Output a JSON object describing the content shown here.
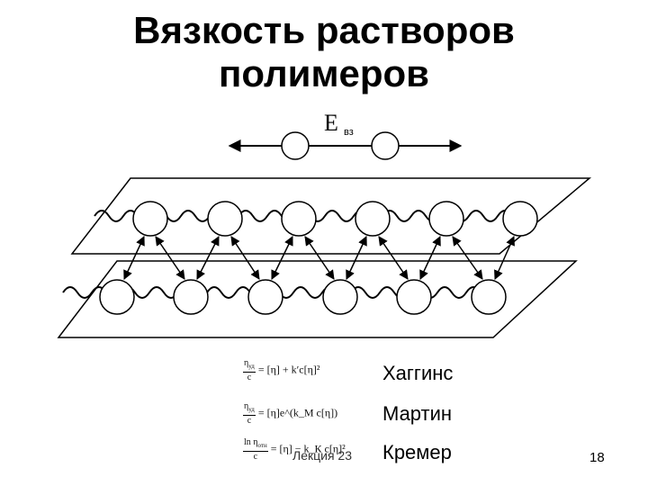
{
  "title": {
    "line1": "Вязкость растворов",
    "line2": "полимеров"
  },
  "diagram": {
    "label_main": "E",
    "label_sub": "вз"
  },
  "equations": [
    {
      "name": "Хаггинс",
      "lhs_num": "η",
      "lhs_sub": "уд",
      "lhs_den": "c",
      "rhs": "= [η] + k′c[η]²"
    },
    {
      "name": "Мартин",
      "lhs_num": "η",
      "lhs_sub": "уд",
      "lhs_den": "c",
      "rhs": "= [η]e^(k_M c[η])"
    },
    {
      "name": "Кремер",
      "lhs_num": "ln η",
      "lhs_sub": "отн",
      "lhs_den": "c",
      "rhs": "= [η] − k_К c[η]²"
    }
  ],
  "footer": "Лекция 23",
  "page_number": "18"
}
